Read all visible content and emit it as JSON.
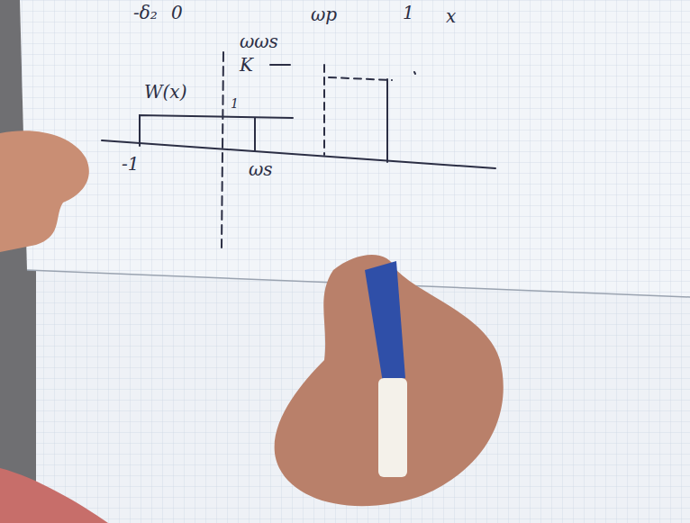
{
  "diagram": {
    "labels": [
      "-δ₂",
      "0",
      "ωp",
      "1",
      "x",
      "W(x)",
      "ωωs",
      "K",
      "1",
      "-1",
      "ωs"
    ]
  }
}
